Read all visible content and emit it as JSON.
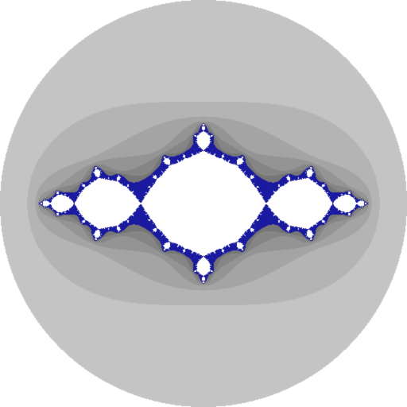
{
  "image": {
    "subject": "filled-julia-set-fractal",
    "colors": {
      "background": "#ffffff",
      "outer_disk": "#d3d3d3",
      "escape_band_1": "#c4c4c4",
      "escape_band_2": "#b4b4b4",
      "escape_band_3": "#a4a4a4",
      "escape_band_4": "#949494",
      "escape_band_5": "#858585",
      "escape_band_6": "#767676",
      "boundary": "#1a1aa0",
      "interior": "#ffffff"
    },
    "fractal": {
      "c_real": -1.0,
      "c_imag": 0.0
    }
  }
}
